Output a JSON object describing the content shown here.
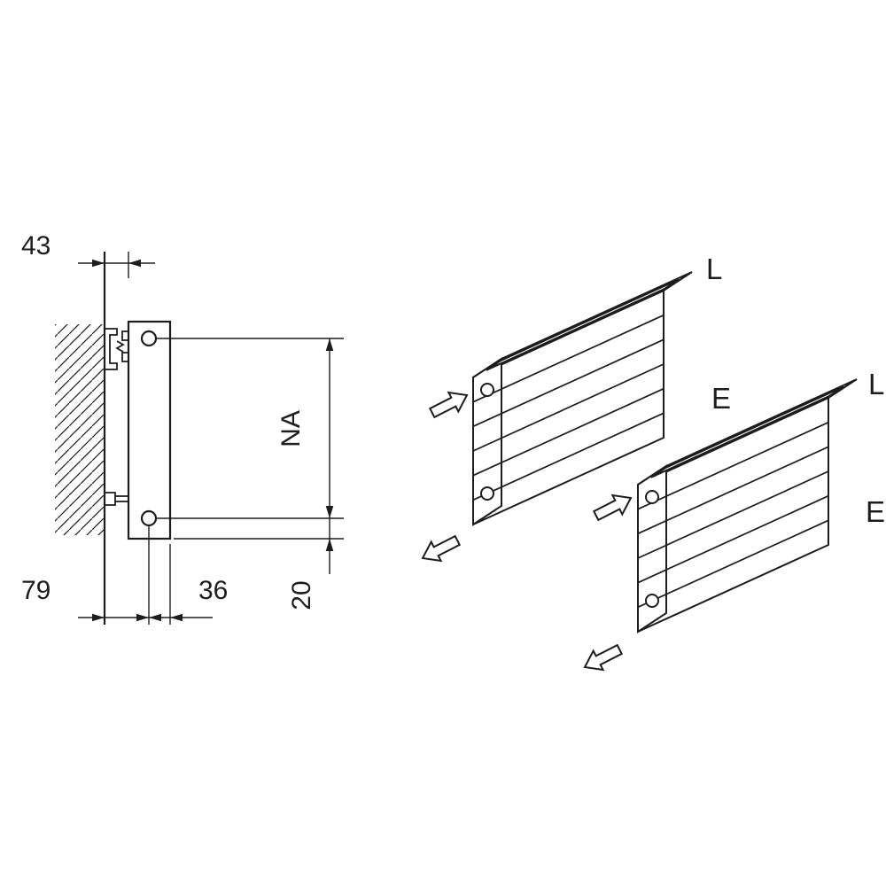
{
  "drawing": {
    "background": "#ffffff",
    "line_color": "#1d1d1b",
    "side_view": {
      "dim_wall_to_radiator": "43",
      "dim_wall_to_pipe_center": "79",
      "dim_pipe_center_to_front": "36",
      "dim_pipe_to_bottom": "20",
      "dim_connection_spacing": "NA"
    },
    "radiator_open_top": {
      "label_top": "L",
      "label_side": "E"
    },
    "radiator_grille_top": {
      "label_top": "L",
      "label_side": "E"
    }
  }
}
